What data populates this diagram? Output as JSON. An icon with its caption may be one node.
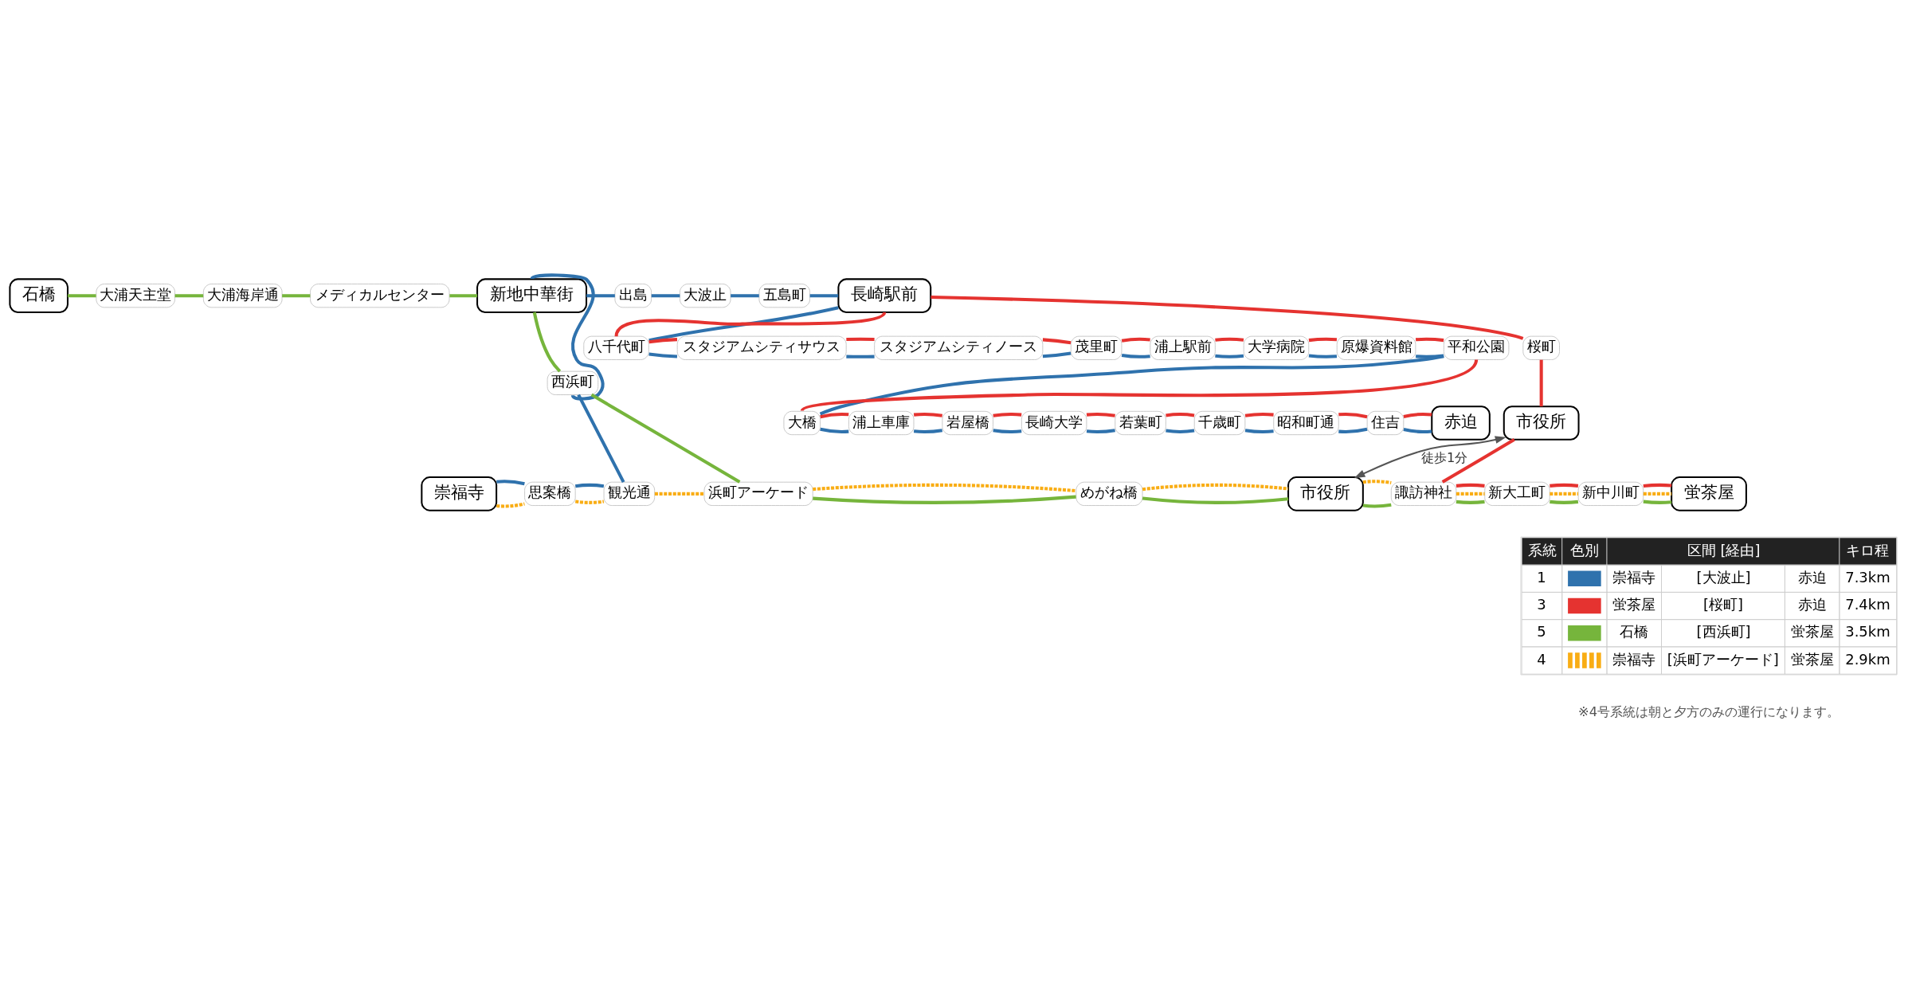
{
  "diagram": {
    "nodes": [
      {
        "text": [
          "石橋"
        ]
      },
      {
        "text": [
          "大浦天主堂"
        ]
      },
      {
        "text": [
          "大浦海岸通"
        ]
      },
      {
        "text": [
          "メディカルセンター"
        ]
      },
      {
        "text": [
          "新地中華街"
        ]
      },
      {
        "text": [
          "出島"
        ]
      },
      {
        "text": [
          "大波止"
        ]
      },
      {
        "text": [
          "五島町"
        ]
      },
      {
        "text": [
          "長崎駅前"
        ]
      },
      {
        "text": [
          "八千代町"
        ]
      },
      {
        "text": [
          "スタジアムシティサウス"
        ]
      },
      {
        "text": [
          "スタジアムシティノース"
        ]
      },
      {
        "text": [
          "茂里町"
        ]
      },
      {
        "text": [
          "浦上駅前"
        ]
      },
      {
        "text": [
          "大学病院"
        ]
      },
      {
        "text": [
          "原爆資料館"
        ]
      },
      {
        "text": [
          "平和公園"
        ]
      },
      {
        "text": [
          "大橋"
        ]
      },
      {
        "text": [
          "浦上車庫"
        ]
      },
      {
        "text": [
          "岩屋橋"
        ]
      },
      {
        "text": [
          "長崎大学"
        ]
      },
      {
        "text": [
          "若葉町"
        ]
      },
      {
        "text": [
          "千歳町"
        ]
      },
      {
        "text": [
          "昭和町通"
        ]
      },
      {
        "text": [
          "住吉"
        ]
      },
      {
        "text": [
          "赤迫"
        ]
      },
      {
        "text": [
          "桜町"
        ]
      },
      {
        "text": [
          "西浜町"
        ]
      },
      {
        "text": [
          "市役所"
        ]
      },
      {
        "text": [
          "崇福寺"
        ]
      },
      {
        "text": [
          "思案橋"
        ]
      },
      {
        "text": [
          "観光通"
        ]
      },
      {
        "text": [
          "浜町アーケード"
        ]
      },
      {
        "text": [
          "めがね橋"
        ]
      },
      {
        "text": [
          "市役所"
        ]
      },
      {
        "text": [
          "諏訪神社"
        ]
      },
      {
        "text": [
          "新大工町"
        ]
      },
      {
        "text": [
          "新中川町"
        ]
      },
      {
        "text": [
          "蛍茶屋"
        ]
      }
    ],
    "edges": [
      {
        "from": 0,
        "to": 1,
        "arrow": "none",
        "color": "#76b53c"
      },
      {
        "from": 1,
        "to": 2,
        "arrow": "none",
        "color": "#76b53c"
      },
      {
        "from": 2,
        "to": 3,
        "arrow": "none",
        "color": "#76b53c"
      },
      {
        "from": 3,
        "to": 4,
        "arrow": "none",
        "color": "#76b53c"
      },
      {
        "from": 4,
        "to": 27,
        "arrow": "none",
        "color": "#76b53c"
      },
      {
        "from": 27,
        "to": 32,
        "arrow": "none",
        "color": "#76b53c"
      },
      {
        "from": 32,
        "to": 33,
        "arrow": "none",
        "color": "#76b53c"
      },
      {
        "from": 33,
        "to": 34,
        "arrow": "none",
        "color": "#76b53c"
      },
      {
        "from": 34,
        "to": 35,
        "arrow": "none",
        "color": "#76b53c"
      },
      {
        "from": 35,
        "to": 36,
        "arrow": "none",
        "color": "#76b53c"
      },
      {
        "from": 36,
        "to": 37,
        "arrow": "none",
        "color": "#76b53c"
      },
      {
        "from": 37,
        "to": 38,
        "arrow": "none",
        "color": "#76b53c"
      },
      {
        "from": 29,
        "to": 30,
        "arrow": "none",
        "style": "dashed",
        "color": "#f9ad14"
      },
      {
        "from": 30,
        "to": 31,
        "arrow": "none",
        "style": "dashed",
        "color": "#f9ad14"
      },
      {
        "from": 31,
        "to": 32,
        "arrow": "none",
        "style": "dashed",
        "color": "#f9ad14"
      },
      {
        "from": 32,
        "to": 33,
        "arrow": "none",
        "style": "dashed",
        "color": "#f9ad14"
      },
      {
        "from": 33,
        "to": 34,
        "arrow": "none",
        "style": "dashed",
        "color": "#f9ad14"
      },
      {
        "from": 34,
        "to": 35,
        "arrow": "none",
        "style": "dashed",
        "color": "#f9ad14"
      },
      {
        "from": 35,
        "to": 36,
        "arrow": "none",
        "style": "dashed",
        "color": "#f9ad14"
      },
      {
        "from": 36,
        "to": 37,
        "arrow": "none",
        "style": "dashed",
        "color": "#f9ad14"
      },
      {
        "from": 37,
        "to": 38,
        "arrow": "none",
        "style": "dashed",
        "color": "#f9ad14"
      },
      {
        "from": 29,
        "to": 30,
        "arrow": "none",
        "color": "#2f72ad"
      },
      {
        "from": 30,
        "to": 31,
        "arrow": "none",
        "color": "#2f72ad"
      },
      {
        "from": 31,
        "to": 27,
        "arrow": "none",
        "color": "#2f72ad"
      },
      {
        "from": 27,
        "to": 4,
        "arrow": "none",
        "color": "#2f72ad"
      },
      {
        "from": 4,
        "to": 5,
        "arrow": "none",
        "color": "#2f72ad"
      },
      {
        "from": 5,
        "to": 6,
        "arrow": "none",
        "color": "#2f72ad"
      },
      {
        "from": 6,
        "to": 7,
        "arrow": "none",
        "color": "#2f72ad"
      },
      {
        "from": 7,
        "to": 8,
        "arrow": "none",
        "color": "#2f72ad"
      },
      {
        "from": 8,
        "to": 9,
        "arrow": "none",
        "color": "#2f72ad"
      },
      {
        "from": 9,
        "to": 10,
        "arrow": "none",
        "color": "#2f72ad"
      },
      {
        "from": 10,
        "to": 11,
        "arrow": "none",
        "color": "#2f72ad"
      },
      {
        "from": 11,
        "to": 12,
        "arrow": "none",
        "color": "#2f72ad"
      },
      {
        "from": 12,
        "to": 13,
        "arrow": "none",
        "color": "#2f72ad"
      },
      {
        "from": 13,
        "to": 14,
        "arrow": "none",
        "color": "#2f72ad"
      },
      {
        "from": 14,
        "to": 15,
        "arrow": "none",
        "color": "#2f72ad"
      },
      {
        "from": 15,
        "to": 16,
        "arrow": "none",
        "color": "#2f72ad"
      },
      {
        "from": 16,
        "to": 17,
        "arrow": "none",
        "color": "#2f72ad"
      },
      {
        "from": 17,
        "to": 18,
        "arrow": "none",
        "color": "#2f72ad"
      },
      {
        "from": 18,
        "to": 19,
        "arrow": "none",
        "color": "#2f72ad"
      },
      {
        "from": 19,
        "to": 20,
        "arrow": "none",
        "color": "#2f72ad"
      },
      {
        "from": 20,
        "to": 21,
        "arrow": "none",
        "color": "#2f72ad"
      },
      {
        "from": 21,
        "to": 22,
        "arrow": "none",
        "color": "#2f72ad"
      },
      {
        "from": 22,
        "to": 23,
        "arrow": "none",
        "color": "#2f72ad"
      },
      {
        "from": 23,
        "to": 24,
        "arrow": "none",
        "color": "#2f72ad"
      },
      {
        "from": 24,
        "to": 25,
        "arrow": "none",
        "color": "#2f72ad"
      },
      {
        "from": 8,
        "to": 9,
        "arrow": "none",
        "color": "#e53330"
      },
      {
        "from": 9,
        "to": 10,
        "arrow": "none",
        "color": "#e53330"
      },
      {
        "from": 10,
        "to": 11,
        "arrow": "none",
        "color": "#e53330"
      },
      {
        "from": 11,
        "to": 12,
        "arrow": "none",
        "color": "#e53330"
      },
      {
        "from": 12,
        "to": 13,
        "arrow": "none",
        "color": "#e53330"
      },
      {
        "from": 13,
        "to": 14,
        "arrow": "none",
        "color": "#e53330"
      },
      {
        "from": 14,
        "to": 15,
        "arrow": "none",
        "color": "#e53330"
      },
      {
        "from": 15,
        "to": 16,
        "arrow": "none",
        "color": "#e53330"
      },
      {
        "from": 16,
        "to": 17,
        "arrow": "none",
        "color": "#e53330"
      },
      {
        "from": 17,
        "to": 18,
        "arrow": "none",
        "color": "#e53330"
      },
      {
        "from": 18,
        "to": 19,
        "arrow": "none",
        "color": "#e53330"
      },
      {
        "from": 19,
        "to": 20,
        "arrow": "none",
        "color": "#e53330"
      },
      {
        "from": 20,
        "to": 21,
        "arrow": "none",
        "color": "#e53330"
      },
      {
        "from": 21,
        "to": 22,
        "arrow": "none",
        "color": "#e53330"
      },
      {
        "from": 22,
        "to": 23,
        "arrow": "none",
        "color": "#e53330"
      },
      {
        "from": 23,
        "to": 24,
        "arrow": "none",
        "color": "#e53330"
      },
      {
        "from": 24,
        "to": 25,
        "arrow": "none",
        "color": "#e53330"
      },
      {
        "from": 8,
        "to": 26,
        "arrow": "none",
        "color": "#e53330"
      },
      {
        "from": 26,
        "to": 28,
        "arrow": "none",
        "color": "#e53330"
      },
      {
        "from": 28,
        "to": 35,
        "arrow": "none",
        "color": "#e53330"
      },
      {
        "from": 35,
        "to": 36,
        "arrow": "none",
        "color": "#e53330"
      },
      {
        "from": 36,
        "to": 37,
        "arrow": "none",
        "color": "#e53330"
      },
      {
        "from": 37,
        "to": 38,
        "arrow": "none",
        "color": "#e53330"
      },
      {
        "from": 28,
        "to": 34,
        "label": "徒歩1分",
        "arrow": "both",
        "color": "#555555"
      }
    ],
    "labels": [
      "系統",
      "色別",
      "区間 [経由]",
      "キロ程",
      "崇福寺",
      "[大波止]",
      "赤迫",
      "7.3km",
      "蛍茶屋",
      "[桜町]",
      "赤迫",
      "7.4km",
      "石橋",
      "[西浜町]",
      "蛍茶屋",
      "3.5km",
      "崇福寺",
      "[浜町アーケード]",
      "蛍茶屋",
      "2.9km",
      "※4号系統は朝と夕方のみの運行になります。"
    ],
    "legend": [
      {
        "text": "1",
        "color": "#2f72ad"
      },
      {
        "text": "3",
        "color": "#e53330"
      },
      {
        "text": "5",
        "color": "#76b53c"
      },
      {
        "text": "4"
      }
    ]
  }
}
